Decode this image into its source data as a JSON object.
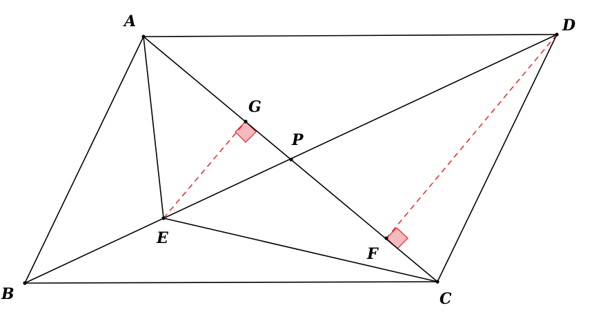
{
  "points": {
    "A": {
      "label": "A"
    },
    "B": {
      "label": "B"
    },
    "C": {
      "label": "C"
    },
    "D": {
      "label": "D"
    },
    "E": {
      "label": "E"
    },
    "F": {
      "label": "F"
    },
    "G": {
      "label": "G"
    },
    "P": {
      "label": "P"
    }
  },
  "colors": {
    "line": "#000000",
    "perpendicular": "#e8262a",
    "right_angle_fill": "#f6b9bd",
    "right_angle_stroke": "#e8262a"
  }
}
